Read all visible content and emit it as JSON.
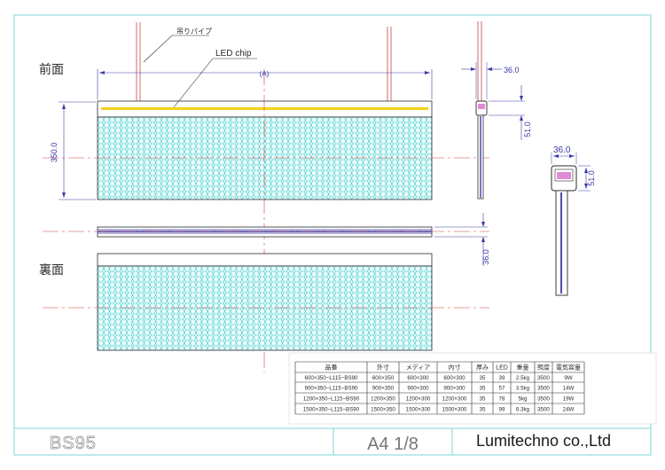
{
  "labels": {
    "front": "前面",
    "back": "裏面",
    "pipe": "吊りパイプ",
    "led_chip": "LED chip",
    "dim_a": "(A)",
    "dim_350": "350.0",
    "dim_36_top": "36.0",
    "dim_51_top": "51.0",
    "dim_36_side": "36.0",
    "dim_51_side": "51.0",
    "dim_36_mid": "36.0"
  },
  "table": {
    "headers": [
      "品番",
      "外寸",
      "メディア",
      "内寸",
      "厚み",
      "LED",
      "重量",
      "照度",
      "電気容量"
    ],
    "rows": [
      [
        "600×350−L115−BS90",
        "600×350",
        "600×300",
        "600×300",
        "35",
        "39",
        "2.5kg",
        "3500",
        "9W"
      ],
      [
        "900×350−L115−BS90",
        "900×350",
        "900×300",
        "900×300",
        "35",
        "57",
        "3.5kg",
        "3500",
        "14W"
      ],
      [
        "1200×350−L115−BS90",
        "1200×350",
        "1200×300",
        "1200×300",
        "35",
        "78",
        "5kg",
        "3500",
        "19W"
      ],
      [
        "1500×350−L115−BS90",
        "1500×350",
        "1500×300",
        "1500×300",
        "35",
        "99",
        "6.3kg",
        "3500",
        "24W"
      ]
    ]
  },
  "title_block": {
    "model": "BS95",
    "sheet": "A4 1/8",
    "company": "Lumitechno co.,Ltd"
  },
  "colors": {
    "outline": "#2b2b2b",
    "frame": "#7fd6d6",
    "dim": "#3a3aa8",
    "center": "#d04040",
    "hex": "#39c8c8",
    "led": "#f2d21a",
    "pipe": "#c04848"
  }
}
